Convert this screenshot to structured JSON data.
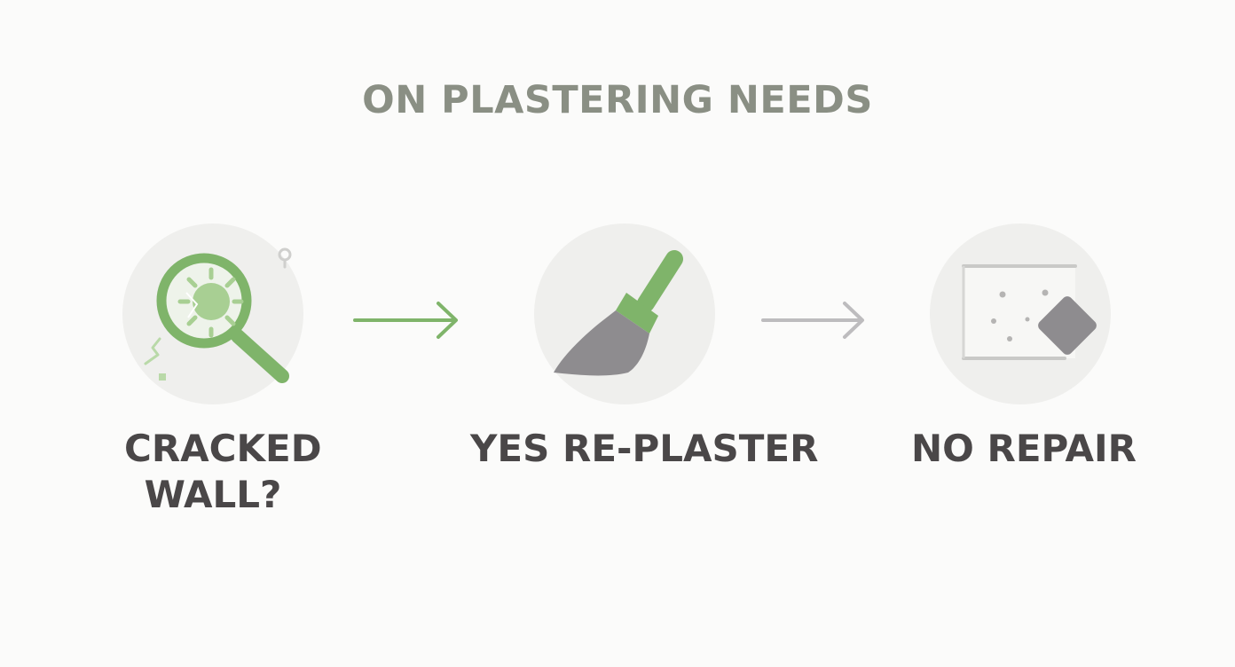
{
  "title": "ON PLASTERING NEEDS",
  "steps": [
    {
      "label_line1": "CRACKED",
      "label_line2": "WALL?",
      "icon": "magnifying-glass-crack-icon"
    },
    {
      "label_line1": "YES RE-PLASTER",
      "icon": "plastering-trowel-icon"
    },
    {
      "label_line1": "NO REPAIR",
      "icon": "wall-patch-sanding-icon"
    }
  ],
  "colors": {
    "accent_green": "#7fb46a",
    "light_green": "#b9d9a8",
    "gray_tool": "#8e8c8f",
    "label_text": "#4a4748",
    "title_text": "#8a8f84",
    "circle_bg": "#efefed"
  }
}
